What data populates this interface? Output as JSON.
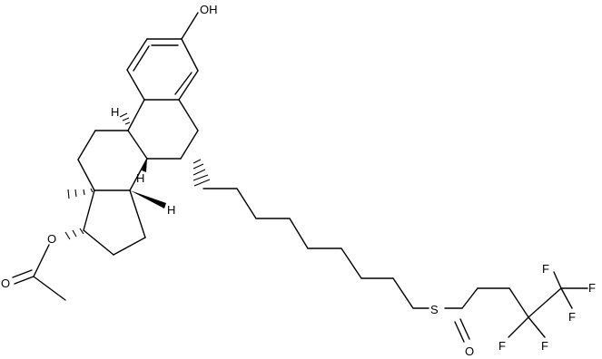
{
  "molecule": {
    "atoms": {
      "hydroxyl": "OH",
      "ester_o": "O",
      "carbonyl_o": "O",
      "h9": "H",
      "h8": "H",
      "h14": "H",
      "sulfur": "S",
      "sulfoxide_o": "O",
      "f1": "F",
      "f2": "F",
      "f3": "F",
      "f4": "F",
      "f5": "F"
    },
    "colors": {
      "bond": "#000000",
      "background": "#ffffff"
    }
  }
}
